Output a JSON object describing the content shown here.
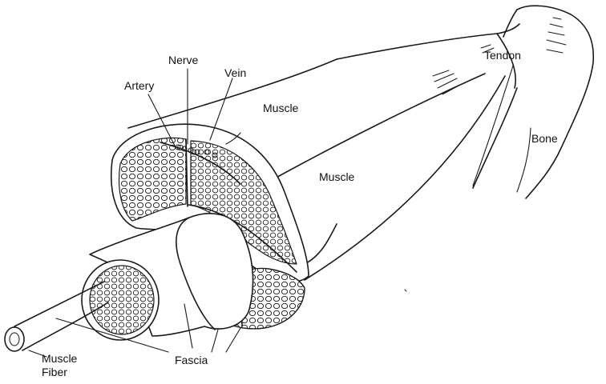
{
  "labels": {
    "nerve": "Nerve",
    "vein": "Vein",
    "artery": "Artery",
    "muscle_upper": "Muscle",
    "muscle_lower": "Muscle",
    "tendon": "Tendon",
    "bone": "Bone",
    "muscle_fiber_line1": "Muscle",
    "muscle_fiber_line2": "Fiber",
    "fascia": "Fascia"
  },
  "colors": {
    "ink": "#1a1a1a",
    "paper": "#ffffff"
  }
}
